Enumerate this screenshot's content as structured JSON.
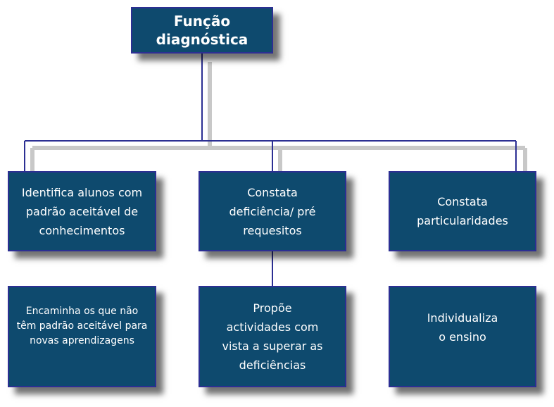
{
  "diagram": {
    "root": {
      "label": "Função\ndiagnóstica"
    },
    "level1": [
      {
        "label": "Identifica alunos com\npadrão aceitável de\nconhecimentos"
      },
      {
        "label": "Constata\ndeficiência/ pré\nrequesitos"
      },
      {
        "label": "Constata\nparticularidades"
      }
    ],
    "level2": [
      {
        "label": "Encaminha os que não\ntêm padrão aceitável para\nnovas aprendizagens"
      },
      {
        "label": "Propõe\nactividades com\nvista a superar as\ndeficiências"
      },
      {
        "label": "Individualiza\no ensino"
      }
    ],
    "colors": {
      "box_fill": "#0e4a6e",
      "box_border": "#2c2f93",
      "connector": "#2c2f93",
      "connector_shadow": "#c8c8c8",
      "text": "#ffffff"
    }
  }
}
